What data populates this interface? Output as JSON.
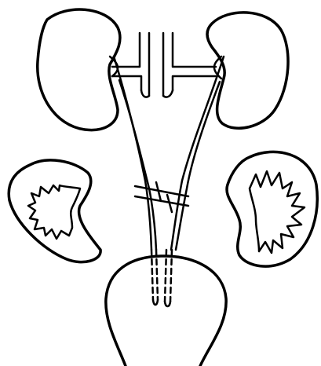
{
  "figure": {
    "ink_color": "#000000",
    "background_color": "#ffffff",
    "parts": {
      "upper_kidneys": "kidney-outline",
      "lower_kidneys": "kidney-sectioned",
      "aorta_and_vena_cava": "great-vessels",
      "ureters": "ureters",
      "ureter_cut": "ligation-mark",
      "intravesical_ureter": "dashed-course",
      "bladder": "bladder"
    }
  }
}
